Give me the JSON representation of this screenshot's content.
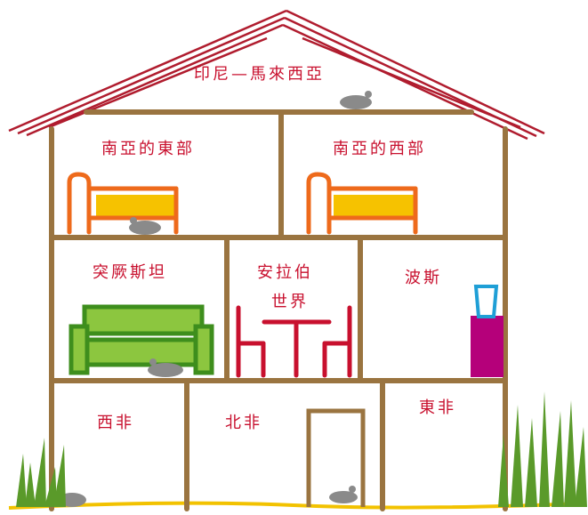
{
  "rooms": {
    "attic": "印尼—馬來西亞",
    "upper_left": "南亞的東部",
    "upper_right": "南亞的西部",
    "middle_left": "突厥斯坦",
    "middle_center_line1": "安拉伯",
    "middle_center_line2": "世界",
    "middle_right": "波斯",
    "lower_left": "西非",
    "lower_center": "北非",
    "lower_right": "東非"
  },
  "colors": {
    "frame": "#9a7440",
    "roof": "#b01c2e",
    "label": "#c8102e",
    "bed": "#ee6a1b",
    "mattress": "#f6c200",
    "sofa_dark": "#3e8e1d",
    "sofa_light": "#8cc63f",
    "table": "#c8102e",
    "cabinet": "#b5007a",
    "cup": "#1f9fd6",
    "ground": "#f2c200",
    "grass": "#5a9a2a",
    "mouse": "#8a8a8a"
  }
}
